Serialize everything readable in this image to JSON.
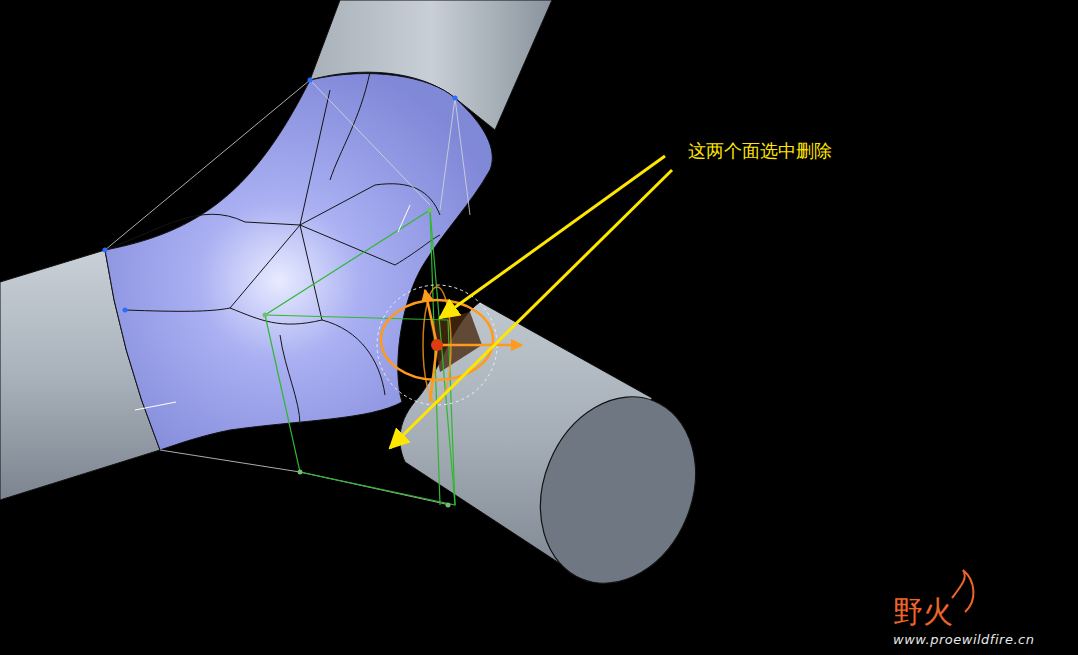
{
  "diagram": {
    "labels": [
      "这两个面选中删除",
      "野火",
      "www.proewildfire.cn"
    ]
  }
}
